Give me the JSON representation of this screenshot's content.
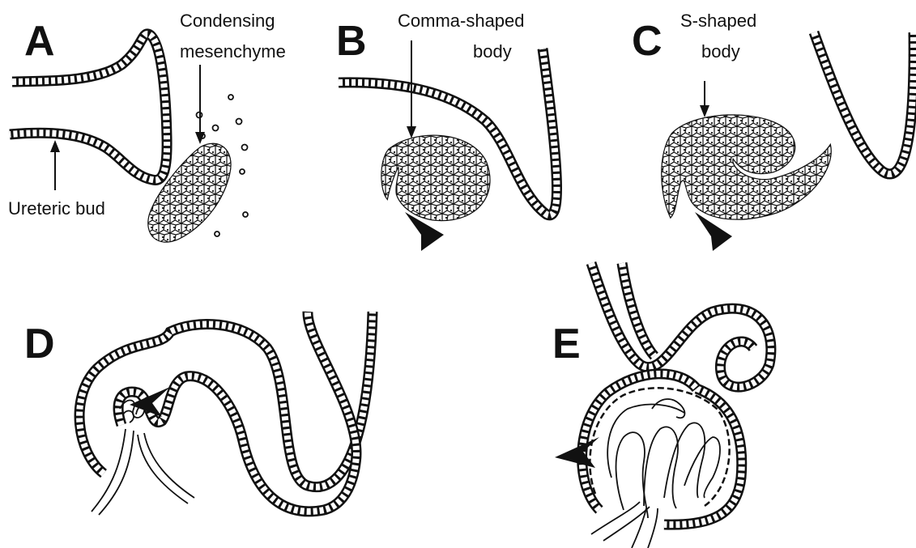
{
  "panels": {
    "A": {
      "letter": "A",
      "label_top_line1": "Condensing",
      "label_top_line2": "mesenchyme",
      "label_bottom": "Ureteric bud"
    },
    "B": {
      "letter": "B",
      "label_line1": "Comma-shaped",
      "label_line2": "body"
    },
    "C": {
      "letter": "C",
      "label_line1": "S-shaped",
      "label_line2": "body"
    },
    "D": {
      "letter": "D"
    },
    "E": {
      "letter": "E"
    }
  },
  "colors": {
    "ink": "#111111",
    "background": "#ffffff"
  }
}
